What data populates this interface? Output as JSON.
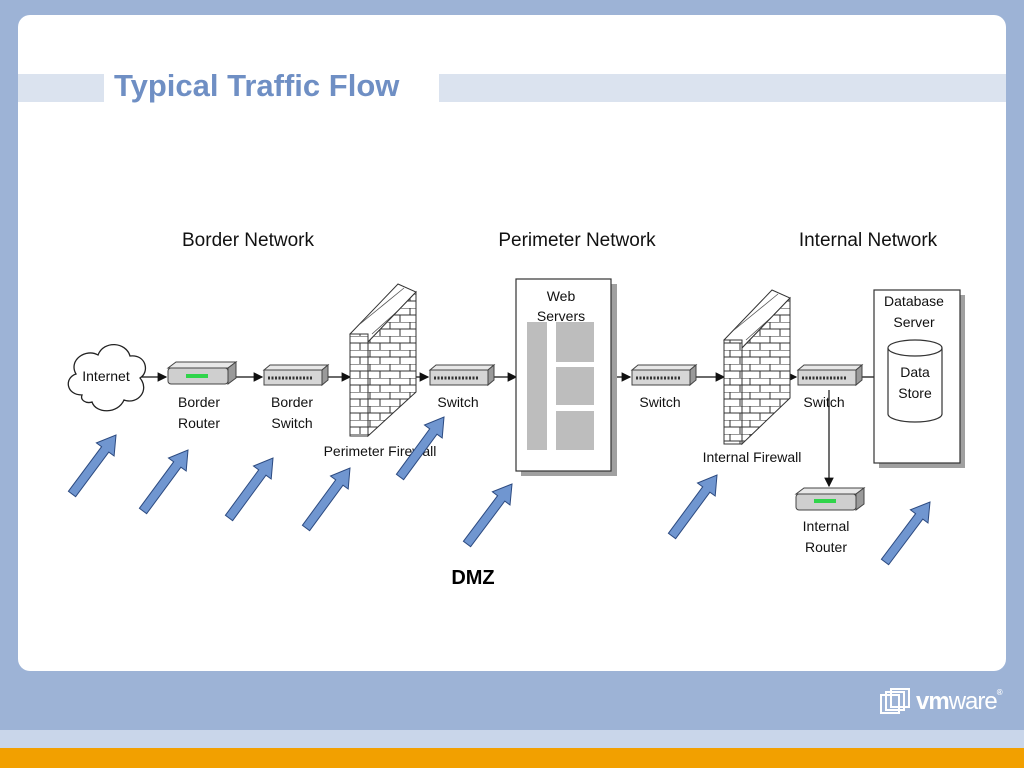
{
  "slide": {
    "title": "Typical Traffic Flow"
  },
  "zones": {
    "border": "Border Network",
    "perimeter": "Perimeter Network",
    "internal": "Internal Network"
  },
  "nodes": {
    "internet": "Internet",
    "border_router": [
      "Border",
      "Router"
    ],
    "border_switch": [
      "Border",
      "Switch"
    ],
    "perimeter_firewall": "Perimeter Firewall",
    "switch_1": "Switch",
    "web_servers": [
      "Web",
      "Servers"
    ],
    "switch_2": "Switch",
    "internal_firewall": "Internal Firewall",
    "switch_3": "Switch",
    "database_server": [
      "Database",
      "Server"
    ],
    "data_store": [
      "Data",
      "Store"
    ],
    "internal_router": [
      "Internal",
      "Router"
    ]
  },
  "dmz_label": "DMZ",
  "logo": {
    "brand_bold": "vm",
    "brand_light": "ware",
    "mark": "®"
  },
  "colors": {
    "background": "#9db3d6",
    "title": "#6f8fc4",
    "title_band": "#dbe3ef",
    "flow_arrow": "#7096d0",
    "flow_arrow_outline": "#2c4a80",
    "bottom_bar": "#f2a000"
  }
}
